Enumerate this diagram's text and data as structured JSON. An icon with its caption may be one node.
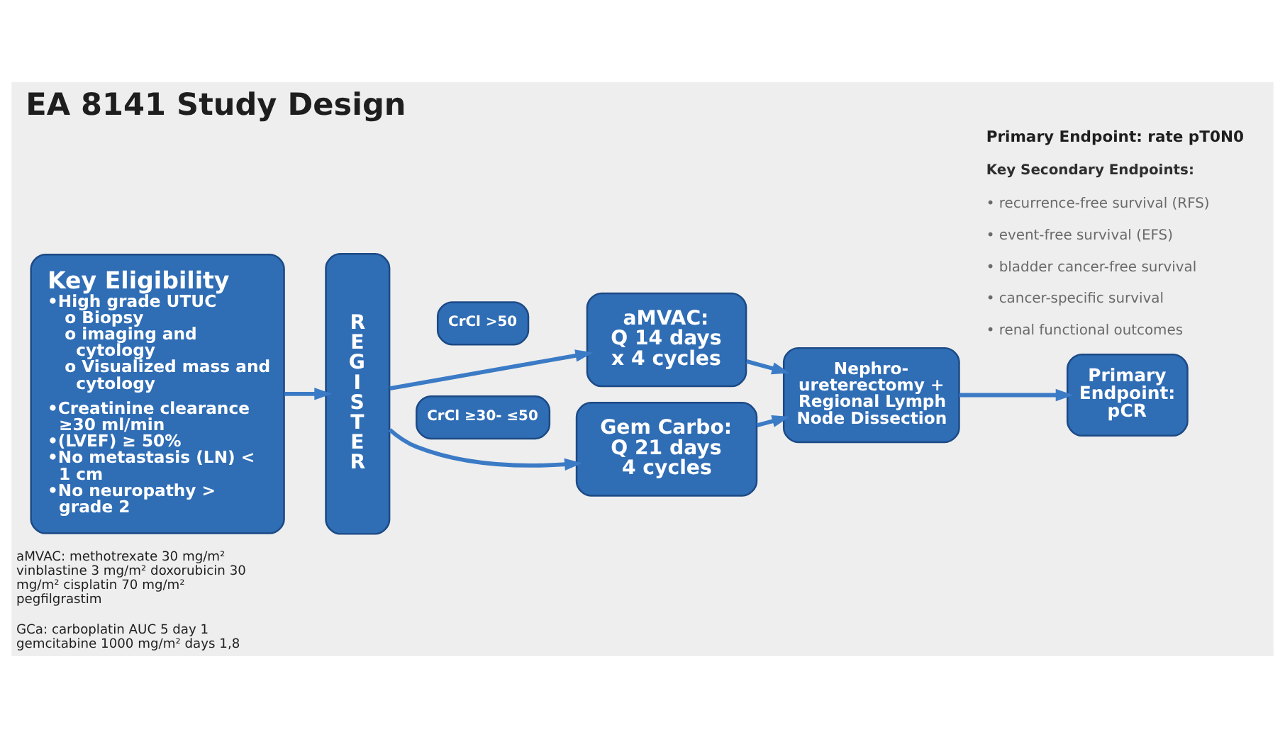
{
  "diagram": {
    "title": "EA 8141 Study Design",
    "nodes": [
      {
        "text": [
          "Key Eligibility",
          "•High grade UTUC",
          "o Biopsy",
          "o imaging and cytology",
          "o Visualized mass and cytology",
          "•Creatinine clearance ≥30 ml/min",
          "•(LVEF) ≥ 50%",
          "•No metastasis (LN) < 1 cm",
          "•No neuropathy > grade 2"
        ]
      },
      {
        "text": [
          "REGISTER"
        ]
      },
      {
        "text": [
          "CrCl >50"
        ]
      },
      {
        "text": [
          "aMVAC:",
          "Q 14 days",
          "x 4 cycles"
        ]
      },
      {
        "text": [
          "CrCl ≥30- ≤50"
        ]
      },
      {
        "text": [
          "Gem Carbo:",
          "Q 21 days",
          "4 cycles"
        ]
      },
      {
        "text": [
          "Nephro-ureterectomy + Regional Lymph Node Dissection"
        ]
      },
      {
        "text": [
          "Primary Endpoint: pCR"
        ]
      }
    ],
    "edges": [
      {
        "from": 0,
        "to": 1,
        "arrow": "to"
      },
      {
        "from": 1,
        "to": 3,
        "arrow": "to"
      },
      {
        "from": 1,
        "to": 5,
        "arrow": "to"
      },
      {
        "from": 3,
        "to": 6,
        "arrow": "to"
      },
      {
        "from": 5,
        "to": 6,
        "arrow": "to"
      },
      {
        "from": 6,
        "to": 7,
        "arrow": "to"
      }
    ],
    "labels": [
      "Primary Endpoint: rate pT0N0",
      "Key Secondary Endpoints:",
      "• recurrence-free survival (RFS)",
      "• event-free survival (EFS)",
      "• bladder cancer-free survival",
      "• cancer-specific survival",
      "• renal functional outcomes",
      "aMVAC: methotrexate 30 mg/m² vinblastine 3 mg/m² doxorubicin 30 mg/m² cisplatin 70 mg/m² pegfilgrastim",
      "GCa: carboplatin AUC 5 day 1 gemcitabine 1000 mg/m² days 1,8"
    ]
  }
}
